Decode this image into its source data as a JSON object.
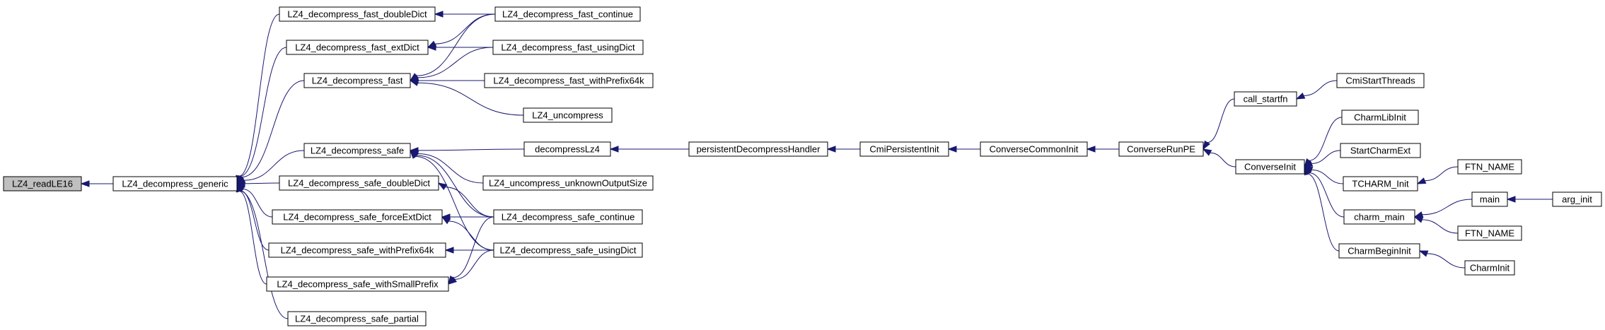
{
  "diagram": {
    "nodes": [
      {
        "id": "readLE16",
        "label": "LZ4_readLE16",
        "focus": true
      },
      {
        "id": "generic",
        "label": "LZ4_decompress_generic"
      },
      {
        "id": "fast_doubleDict",
        "label": "LZ4_decompress_fast_doubleDict"
      },
      {
        "id": "fast_extDict",
        "label": "LZ4_decompress_fast_extDict"
      },
      {
        "id": "fast",
        "label": "LZ4_decompress_fast"
      },
      {
        "id": "safe",
        "label": "LZ4_decompress_safe"
      },
      {
        "id": "safe_doubleDict",
        "label": "LZ4_decompress_safe_doubleDict"
      },
      {
        "id": "safe_forceExtDict",
        "label": "LZ4_decompress_safe_forceExtDict"
      },
      {
        "id": "safe_withPrefix64k",
        "label": "LZ4_decompress_safe_withPrefix64k"
      },
      {
        "id": "safe_withSmallPrefix",
        "label": "LZ4_decompress_safe_withSmallPrefix"
      },
      {
        "id": "safe_partial",
        "label": "LZ4_decompress_safe_partial"
      },
      {
        "id": "fast_continue",
        "label": "LZ4_decompress_fast_continue"
      },
      {
        "id": "fast_usingDict",
        "label": "LZ4_decompress_fast_usingDict"
      },
      {
        "id": "fast_withPrefix64k",
        "label": "LZ4_decompress_fast_withPrefix64k"
      },
      {
        "id": "uncompress",
        "label": "LZ4_uncompress"
      },
      {
        "id": "decompressLz4",
        "label": "decompressLz4"
      },
      {
        "id": "uncompress_unknown",
        "label": "LZ4_uncompress_unknownOutputSize"
      },
      {
        "id": "safe_continue",
        "label": "LZ4_decompress_safe_continue"
      },
      {
        "id": "safe_usingDict",
        "label": "LZ4_decompress_safe_usingDict"
      },
      {
        "id": "persistentDecompressHandler",
        "label": "persistentDecompressHandler"
      },
      {
        "id": "CmiPersistentInit",
        "label": "CmiPersistentInit"
      },
      {
        "id": "ConverseCommonInit",
        "label": "ConverseCommonInit"
      },
      {
        "id": "ConverseRunPE",
        "label": "ConverseRunPE"
      },
      {
        "id": "call_startfn",
        "label": "call_startfn"
      },
      {
        "id": "CmiStartThreads",
        "label": "CmiStartThreads"
      },
      {
        "id": "ConverseInit",
        "label": "ConverseInit"
      },
      {
        "id": "CharmLibInit",
        "label": "CharmLibInit"
      },
      {
        "id": "StartCharmExt",
        "label": "StartCharmExt"
      },
      {
        "id": "TCHARM_Init",
        "label": "TCHARM_Init"
      },
      {
        "id": "FTN_NAME_1",
        "label": "FTN_NAME"
      },
      {
        "id": "charm_main",
        "label": "charm_main"
      },
      {
        "id": "main",
        "label": "main"
      },
      {
        "id": "arg_init",
        "label": "arg_init"
      },
      {
        "id": "FTN_NAME_2",
        "label": "FTN_NAME"
      },
      {
        "id": "CharmBeginInit",
        "label": "CharmBeginInit"
      },
      {
        "id": "CharmInit",
        "label": "CharmInit"
      }
    ],
    "edges": [
      {
        "from": "generic",
        "to": "readLE16"
      },
      {
        "from": "fast_doubleDict",
        "to": "generic"
      },
      {
        "from": "fast_extDict",
        "to": "generic"
      },
      {
        "from": "fast",
        "to": "generic"
      },
      {
        "from": "safe",
        "to": "generic"
      },
      {
        "from": "safe_doubleDict",
        "to": "generic"
      },
      {
        "from": "safe_forceExtDict",
        "to": "generic"
      },
      {
        "from": "safe_withPrefix64k",
        "to": "generic"
      },
      {
        "from": "safe_withSmallPrefix",
        "to": "generic"
      },
      {
        "from": "safe_partial",
        "to": "generic"
      },
      {
        "from": "fast_continue",
        "to": "fast_doubleDict"
      },
      {
        "from": "fast_continue",
        "to": "fast_extDict"
      },
      {
        "from": "fast_continue",
        "to": "fast"
      },
      {
        "from": "fast_usingDict",
        "to": "fast_extDict"
      },
      {
        "from": "fast_usingDict",
        "to": "fast"
      },
      {
        "from": "fast_withPrefix64k",
        "to": "fast"
      },
      {
        "from": "uncompress",
        "to": "fast"
      },
      {
        "from": "decompressLz4",
        "to": "safe"
      },
      {
        "from": "uncompress_unknown",
        "to": "safe"
      },
      {
        "from": "safe_continue",
        "to": "safe"
      },
      {
        "from": "safe_usingDict",
        "to": "safe"
      },
      {
        "from": "safe_continue",
        "to": "safe_doubleDict"
      },
      {
        "from": "safe_continue",
        "to": "safe_forceExtDict"
      },
      {
        "from": "safe_usingDict",
        "to": "safe_forceExtDict"
      },
      {
        "from": "safe_usingDict",
        "to": "safe_withPrefix64k"
      },
      {
        "from": "safe_continue",
        "to": "safe_withSmallPrefix"
      },
      {
        "from": "safe_usingDict",
        "to": "safe_withSmallPrefix"
      },
      {
        "from": "persistentDecompressHandler",
        "to": "decompressLz4"
      },
      {
        "from": "CmiPersistentInit",
        "to": "persistentDecompressHandler"
      },
      {
        "from": "ConverseCommonInit",
        "to": "CmiPersistentInit"
      },
      {
        "from": "ConverseRunPE",
        "to": "ConverseCommonInit"
      },
      {
        "from": "call_startfn",
        "to": "ConverseRunPE"
      },
      {
        "from": "ConverseInit",
        "to": "ConverseRunPE"
      },
      {
        "from": "CmiStartThreads",
        "to": "call_startfn"
      },
      {
        "from": "CharmLibInit",
        "to": "ConverseInit"
      },
      {
        "from": "StartCharmExt",
        "to": "ConverseInit"
      },
      {
        "from": "TCHARM_Init",
        "to": "ConverseInit"
      },
      {
        "from": "charm_main",
        "to": "ConverseInit"
      },
      {
        "from": "CharmBeginInit",
        "to": "ConverseInit"
      },
      {
        "from": "FTN_NAME_1",
        "to": "TCHARM_Init"
      },
      {
        "from": "main",
        "to": "charm_main"
      },
      {
        "from": "FTN_NAME_2",
        "to": "charm_main"
      },
      {
        "from": "arg_init",
        "to": "main"
      },
      {
        "from": "CharmInit",
        "to": "CharmBeginInit"
      }
    ]
  }
}
